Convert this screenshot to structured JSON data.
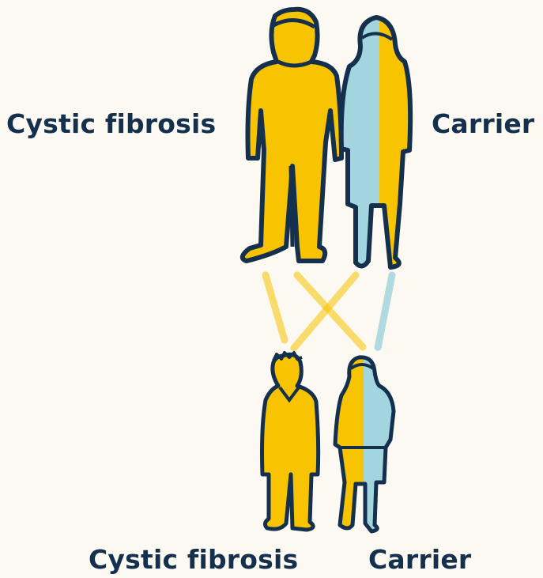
{
  "parents": {
    "left_label": "Cystic fibrosis",
    "right_label": "Carrier"
  },
  "children": {
    "left_label": "Cystic fibrosis",
    "right_label": "Carrier"
  },
  "colors": {
    "background": "#fbf9f1",
    "affected": "#f8c300",
    "carrier_blue": "#a3d5de",
    "outline": "#14304d"
  },
  "icons": [
    "father-figure-icon",
    "mother-figure-icon",
    "son-figure-icon",
    "daughter-figure-icon",
    "inheritance-lines-icon"
  ]
}
